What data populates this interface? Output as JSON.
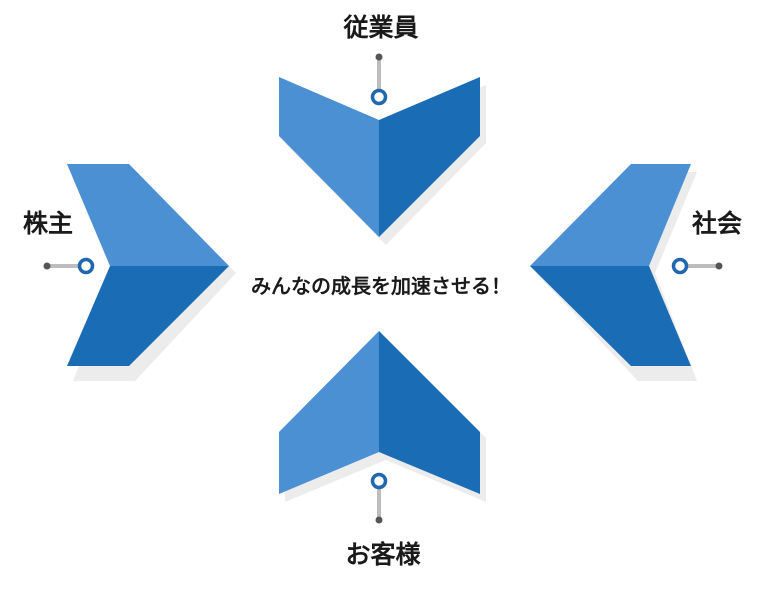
{
  "center_text": "みんなの成長を加速させる！",
  "stakeholders": {
    "top": "従業員",
    "left": "株主",
    "right": "社会",
    "bottom": "お客様"
  },
  "colors": {
    "light_blue": "#4a90d3",
    "dark_blue": "#1a6db5",
    "shadow": "#ececec",
    "connector_line": "#bdbdbd",
    "connector_dot": "#555555",
    "ring": "#1f68ad",
    "text": "#1a1a1a"
  }
}
